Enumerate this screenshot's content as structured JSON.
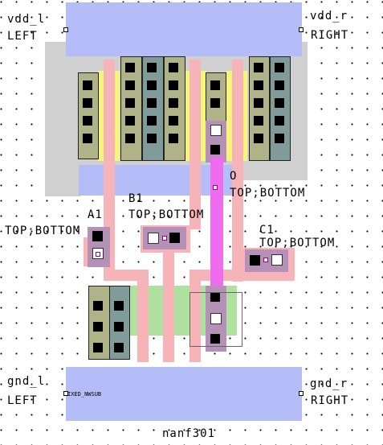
{
  "cell_name": "nanf301",
  "rails": {
    "vdd_left": {
      "name": "vdd_l",
      "side": "LEFT"
    },
    "vdd_right": {
      "name": "vdd_r",
      "side": "RIGHT"
    },
    "gnd_left": {
      "name": "gnd_l",
      "side": "LEFT"
    },
    "gnd_right": {
      "name": "gnd_r",
      "side": "RIGHT"
    }
  },
  "pins": {
    "a1": {
      "name": "A1",
      "sides": "TOP;BOTTOM"
    },
    "b1": {
      "name": "B1",
      "sides": "TOP;BOTTOM"
    },
    "c1": {
      "name": "C1",
      "sides": "TOP;BOTTOM"
    },
    "o": {
      "name": "O",
      "sides": "TOP;BOTTOM"
    }
  },
  "substrate_label": "IXED_NWSUB",
  "colors": {
    "rail": "#b4bdf7",
    "nwell": "#d0d0d0",
    "poly": "#f6b3b8",
    "pdiff": "#f5f57a",
    "ndiff": "#aee0a0",
    "metal1": "#b591b7",
    "metal2": "#ef6cef"
  }
}
